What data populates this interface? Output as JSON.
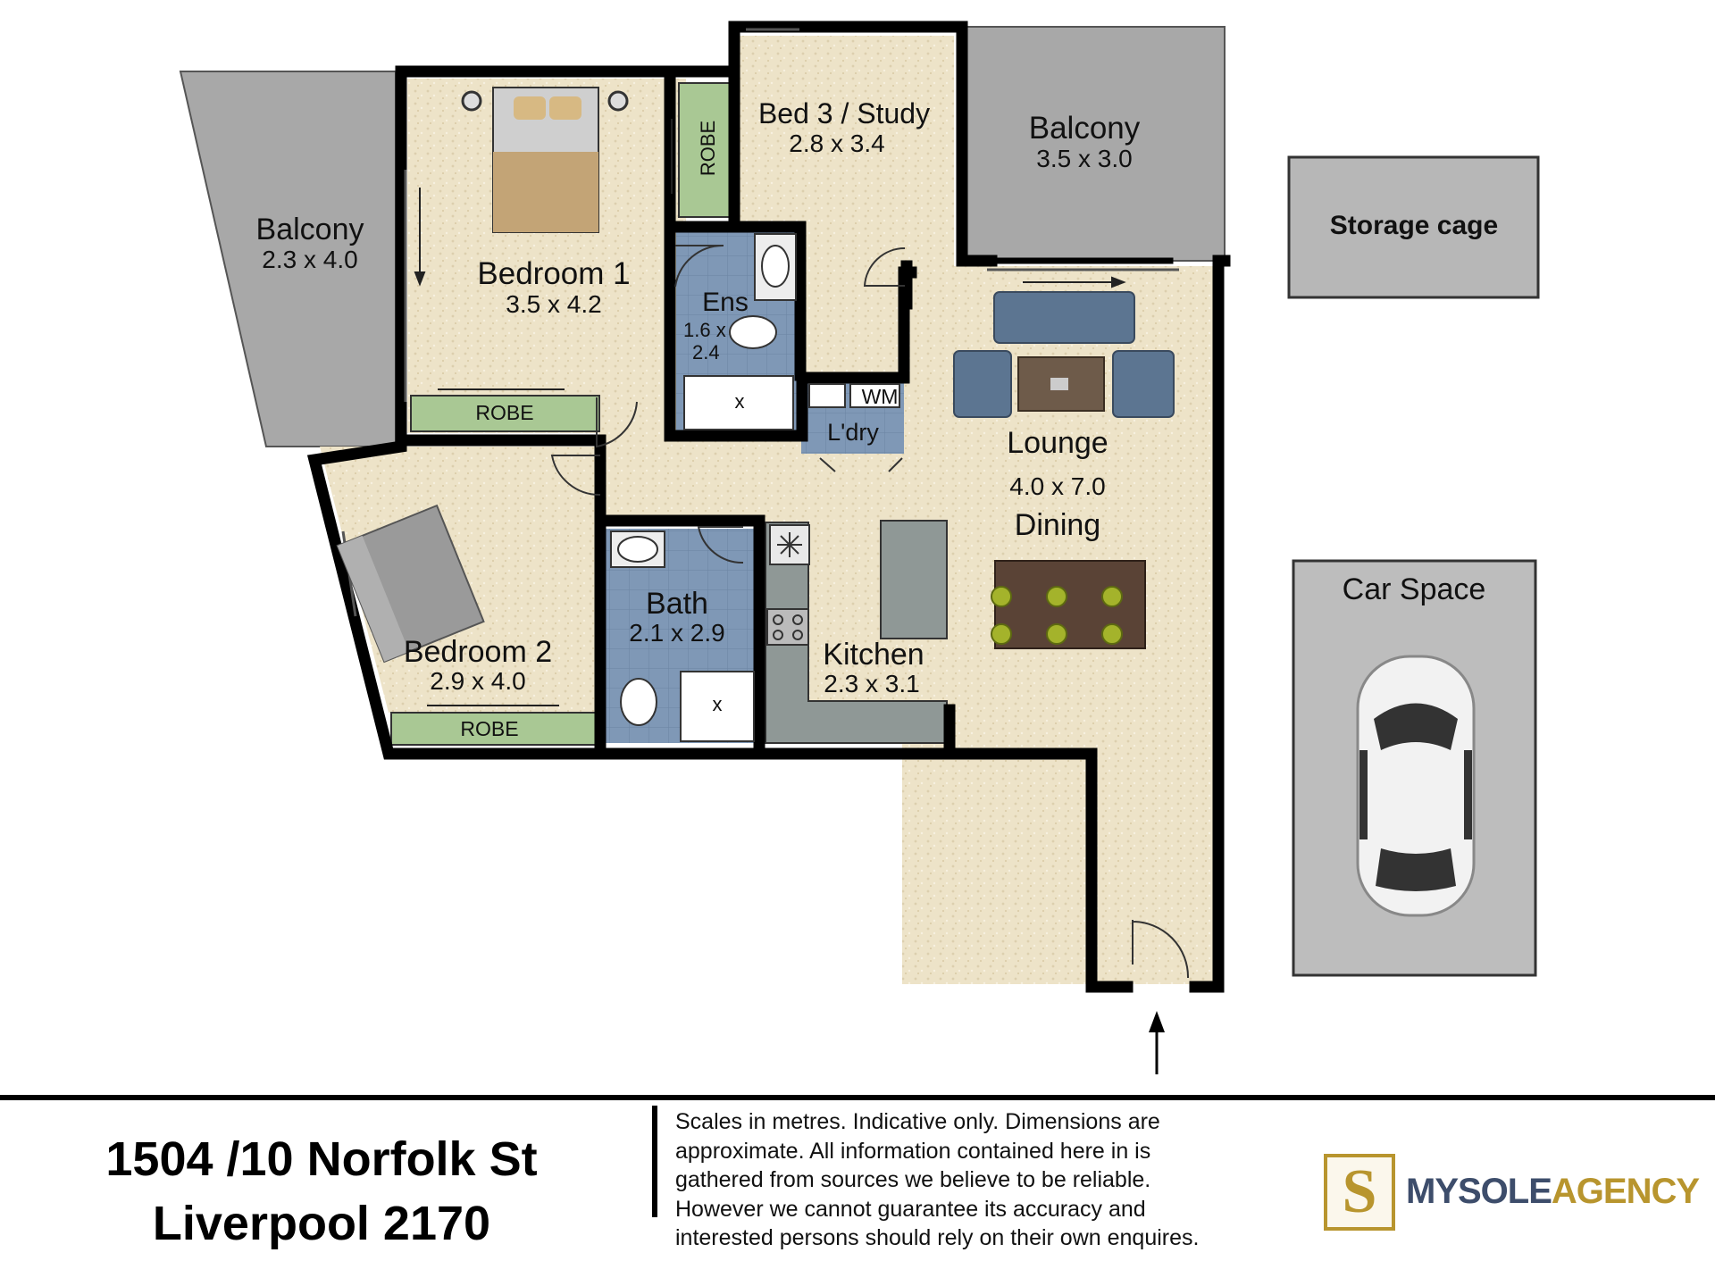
{
  "rooms": {
    "balcony_left": {
      "name": "Balcony",
      "size": "2.3 x 4.0"
    },
    "bedroom1": {
      "name": "Bedroom 1",
      "size": "3.5 x 4.2"
    },
    "robe_b1_side": {
      "name": "ROBE"
    },
    "bed3_study": {
      "name": "Bed 3 / Study",
      "size": "2.8 x 3.4"
    },
    "balcony_right": {
      "name": "Balcony",
      "size": "3.5 x 3.0"
    },
    "storage_cage": {
      "name": "Storage cage"
    },
    "ensuite": {
      "name": "Ens",
      "size_line1": "1.6 x",
      "size_line2": "2.4"
    },
    "robe_b1_bottom": {
      "name": "ROBE"
    },
    "laundry": {
      "name": "L'dry",
      "appliance": "WM"
    },
    "lounge": {
      "name": "Lounge",
      "size": "4.0 x 7.0",
      "name2": "Dining"
    },
    "bedroom2": {
      "name": "Bedroom 2",
      "size": "2.9 x 4.0"
    },
    "robe_b2": {
      "name": "ROBE"
    },
    "bath": {
      "name": "Bath",
      "size": "2.1 x 2.9"
    },
    "kitchen": {
      "name": "Kitchen",
      "size": "2.3 x 3.1"
    },
    "car_space": {
      "name": "Car Space"
    },
    "shower_mark": "x"
  },
  "footer": {
    "address_line1": "1504 /10 Norfolk St",
    "address_line2": "Liverpool 2170",
    "disclaimer": [
      "Scales in metres. Indicative only. Dimensions are",
      "approximate. All information contained here in is",
      "gathered from sources we believe to be reliable.",
      "However we cannot guarantee its accuracy and",
      "interested persons should rely on their own enquires."
    ],
    "logo_letter": "S",
    "logo_part1": "MYSOLE",
    "logo_part2": "AGENCY"
  },
  "colors": {
    "carpet": "#ede3c8",
    "tile": "#7f98b6",
    "robe": "#a9c894",
    "balcony": "#a8a8a8",
    "wall": "#000000",
    "kitchen_bench": "#8f9896",
    "brand_gold": "#b8952e",
    "brand_navy": "#3d4d6b"
  }
}
